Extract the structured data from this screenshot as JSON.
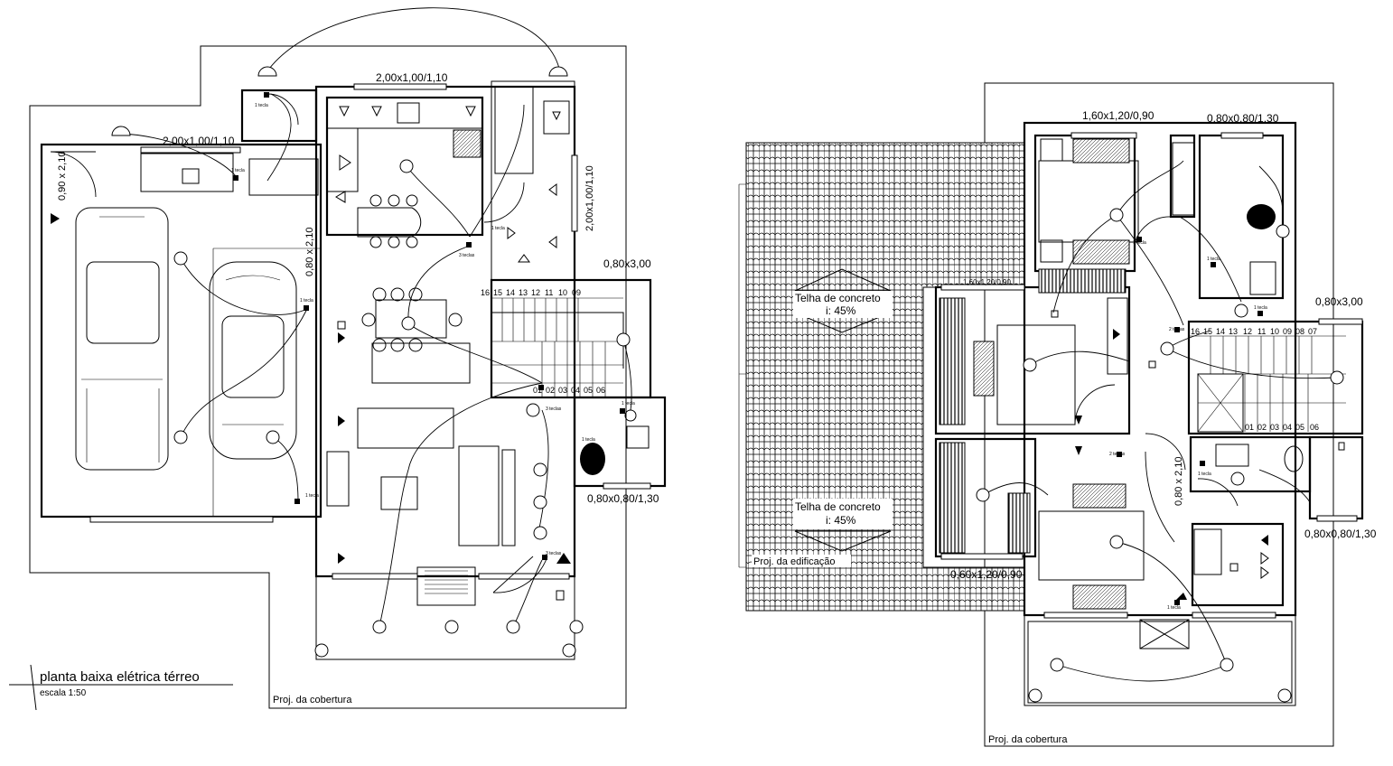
{
  "ground_floor": {
    "title": "planta baixa elétrica térreo",
    "scale": "escala 1:50",
    "roof_projection": "Proj. da cobertura",
    "windows": {
      "kitchen_top": "2,00x1,00/1,10",
      "laundry": "2,00x1,00/1,10",
      "garage_side": "0,90 x 2,10",
      "kitchen_side": "2,00x1,00/1,10",
      "garage_door": "0,80 x 2,10",
      "stairwell": "0,80x3,00",
      "bathroom": "0,80x0,80/1,30"
    },
    "stair_top_steps": [
      "16",
      "15",
      "14",
      "13",
      "12",
      "11",
      "10",
      "09"
    ],
    "stair_bottom_steps": [
      "01",
      "02",
      "03",
      "04",
      "05",
      "06"
    ],
    "switch_labels": [
      "1 tecla",
      "1 tecla",
      "3 teclas",
      "1 tecla",
      "1 tecla",
      "3 teclas",
      "1 tecla",
      "3 teclas",
      "1 tecla",
      "1 tecla"
    ]
  },
  "upper_floor": {
    "roof_projection": "Proj. da cobertura",
    "building_projection": "Proj. da edificação",
    "roof_label_1": "Telha de concreto",
    "roof_slope_1": "i: 45%",
    "roof_label_2": "Telha de concreto",
    "roof_slope_2": "i: 45%",
    "windows": {
      "suite_top": "1,60x1,20/0,90",
      "bath_top": "0,80x0,80/1,30",
      "bedroom_mid": "1,60x1,20/0,90",
      "stairwell": "0,80x3,00",
      "bath_bottom": "0,80x0,80/1,30",
      "bedroom_bottom": "0,60x1,20/0,90",
      "hall_door": "0,80 x 2,10"
    },
    "stair_top_steps": [
      "16",
      "15",
      "14",
      "13",
      "12",
      "11",
      "10",
      "09",
      "08",
      "07"
    ],
    "stair_bottom_steps": [
      "01",
      "02",
      "03",
      "04",
      "05",
      "06"
    ],
    "switch_labels": [
      "1 tecla",
      "1 tecla",
      "2 teclas",
      "1 tecla",
      "2 teclas",
      "1 tecla",
      "1 tecla"
    ]
  }
}
